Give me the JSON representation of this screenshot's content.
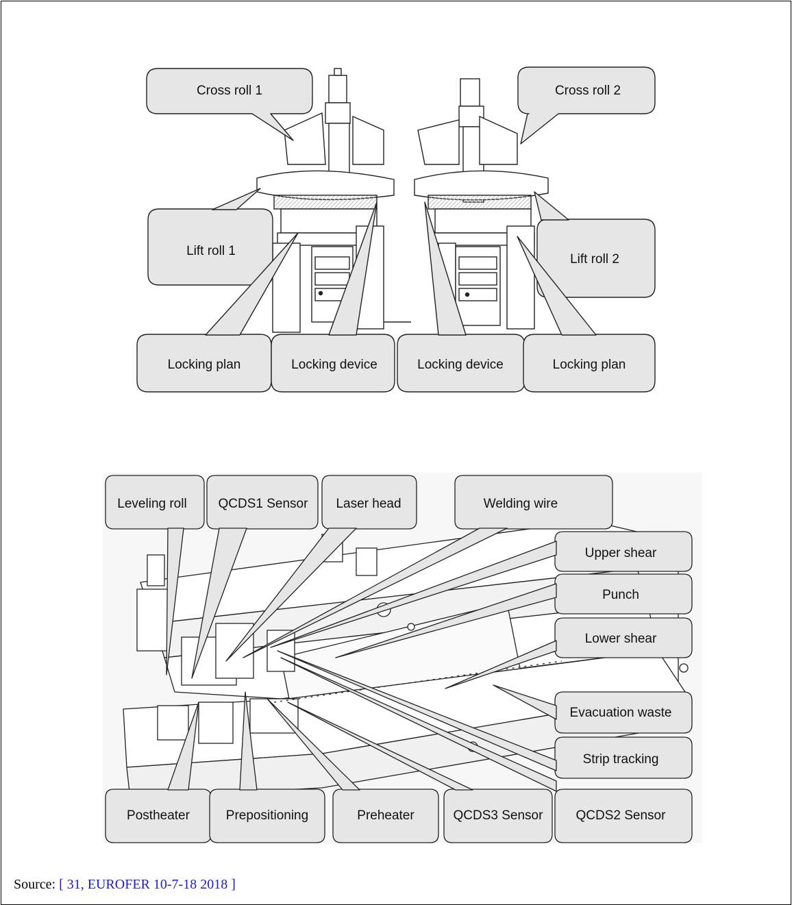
{
  "top_figure": {
    "labels": {
      "cross_roll_1": "Cross roll 1",
      "cross_roll_2": "Cross roll 2",
      "lift_roll_1": "Lift roll 1",
      "lift_roll_2": "Lift roll 2",
      "locking_plan_left": "Locking plan",
      "locking_device_left": "Locking device",
      "locking_device_right": "Locking device",
      "locking_plan_right": "Locking plan"
    }
  },
  "bottom_figure": {
    "labels": {
      "leveling_roll": "Leveling roll",
      "qcds1_sensor": "QCDS1 Sensor",
      "laser_head": "Laser head",
      "welding_wire": "Welding wire",
      "upper_shear": "Upper shear",
      "punch": "Punch",
      "lower_shear": "Lower shear",
      "evacuation_waste": "Evacuation waste",
      "strip_tracking": "Strip tracking",
      "postheater": "Postheater",
      "prepositioning": "Prepositioning",
      "preheater": "Preheater",
      "qcds3_sensor": "QCDS3 Sensor",
      "qcds2_sensor": "QCDS2 Sensor"
    }
  },
  "source": {
    "prefix": "Source: ",
    "link": "[ 31, EUROFER 10-7-18 2018 ]"
  },
  "colors": {
    "callout_fill": "#e6e6e6",
    "line": "#222222",
    "link": "#1a1adb"
  }
}
